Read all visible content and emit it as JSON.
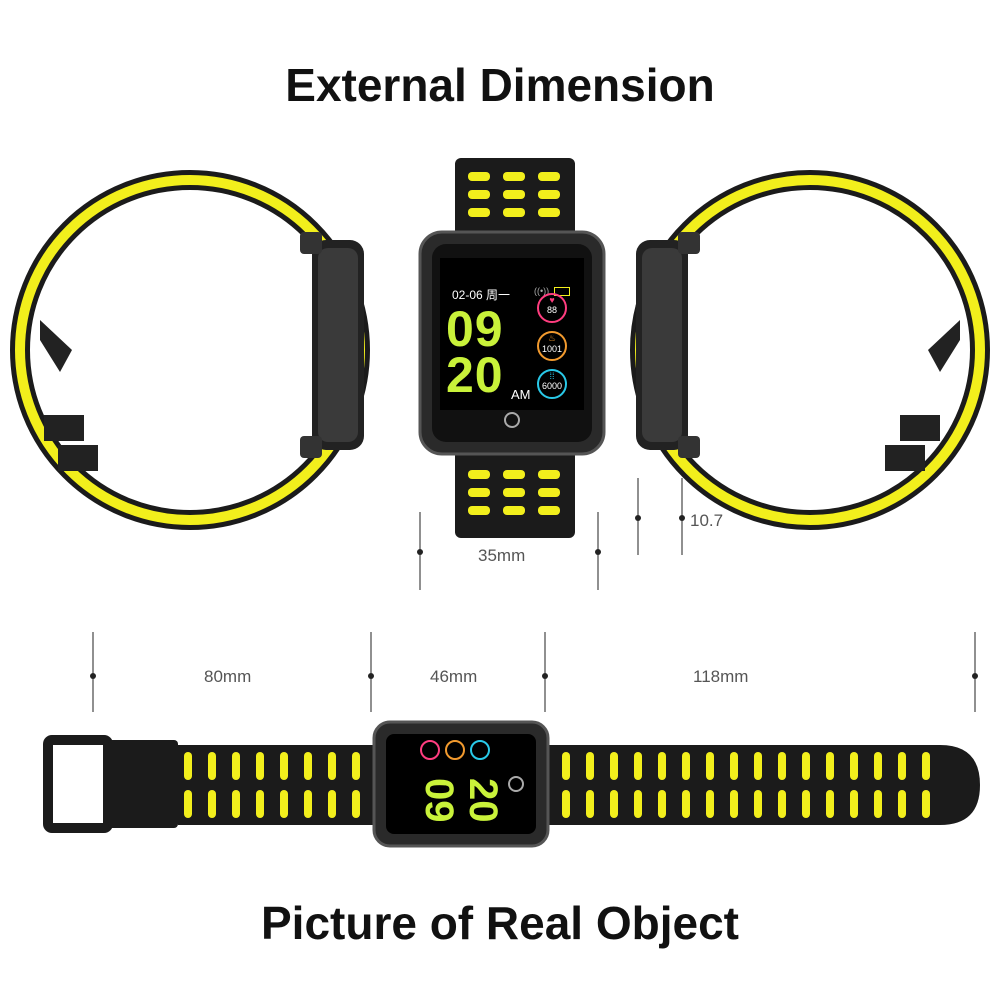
{
  "page": {
    "title": "External Dimension",
    "subtitle": "Picture of Real Object"
  },
  "dimensions": {
    "width": "35mm",
    "thickness": "10.7",
    "strap_left": "80mm",
    "body_length": "46mm",
    "strap_right": "118mm"
  },
  "watch_face": {
    "date": "02-06 周一",
    "hour": "09",
    "minute": "20",
    "ampm": "AM",
    "heart_rate": "88",
    "calories": "1001",
    "steps": "6000"
  },
  "colors": {
    "accent_yellow": "#f2ef1c",
    "strap_black": "#1b1b1b",
    "digits_green": "#c9f23a",
    "heart_pink": "#ff3d7f",
    "cal_orange": "#f29a2e",
    "steps_cyan": "#29c9e8"
  },
  "icons": [
    "heart-icon",
    "flame-icon",
    "footsteps-icon",
    "signal-icon",
    "battery-icon",
    "home-button-icon",
    "buckle-icon"
  ]
}
